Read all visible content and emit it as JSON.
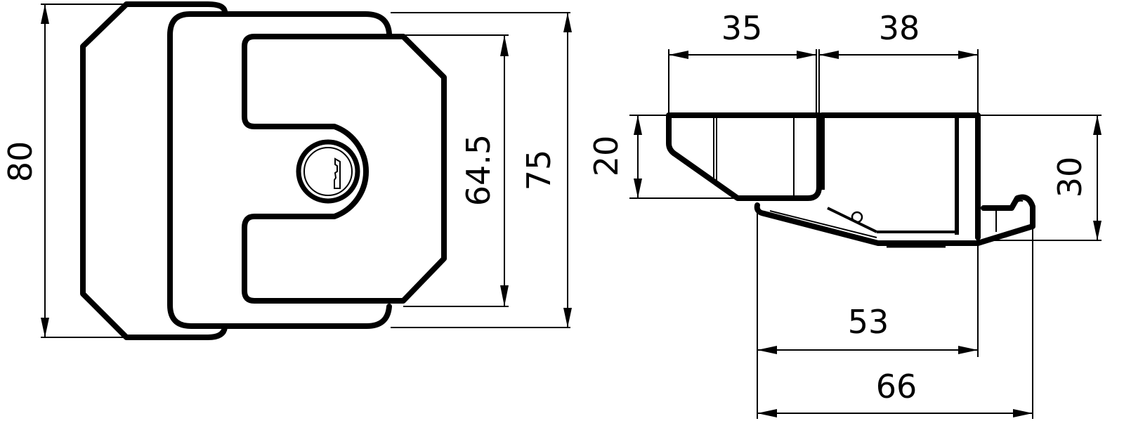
{
  "drawing": {
    "type": "technical-dimension-drawing",
    "subject": "lock latch",
    "front_view": {
      "dimensions": {
        "height_outer": "80",
        "height_middle": "75",
        "height_inner": "64.5"
      }
    },
    "side_view": {
      "dimensions": {
        "width_left": "35",
        "width_right": "38",
        "height_left": "20",
        "height_right": "30",
        "depth_inner": "53",
        "depth_total": "66"
      }
    },
    "colors": {
      "line": "#000000",
      "background": "#ffffff"
    }
  }
}
